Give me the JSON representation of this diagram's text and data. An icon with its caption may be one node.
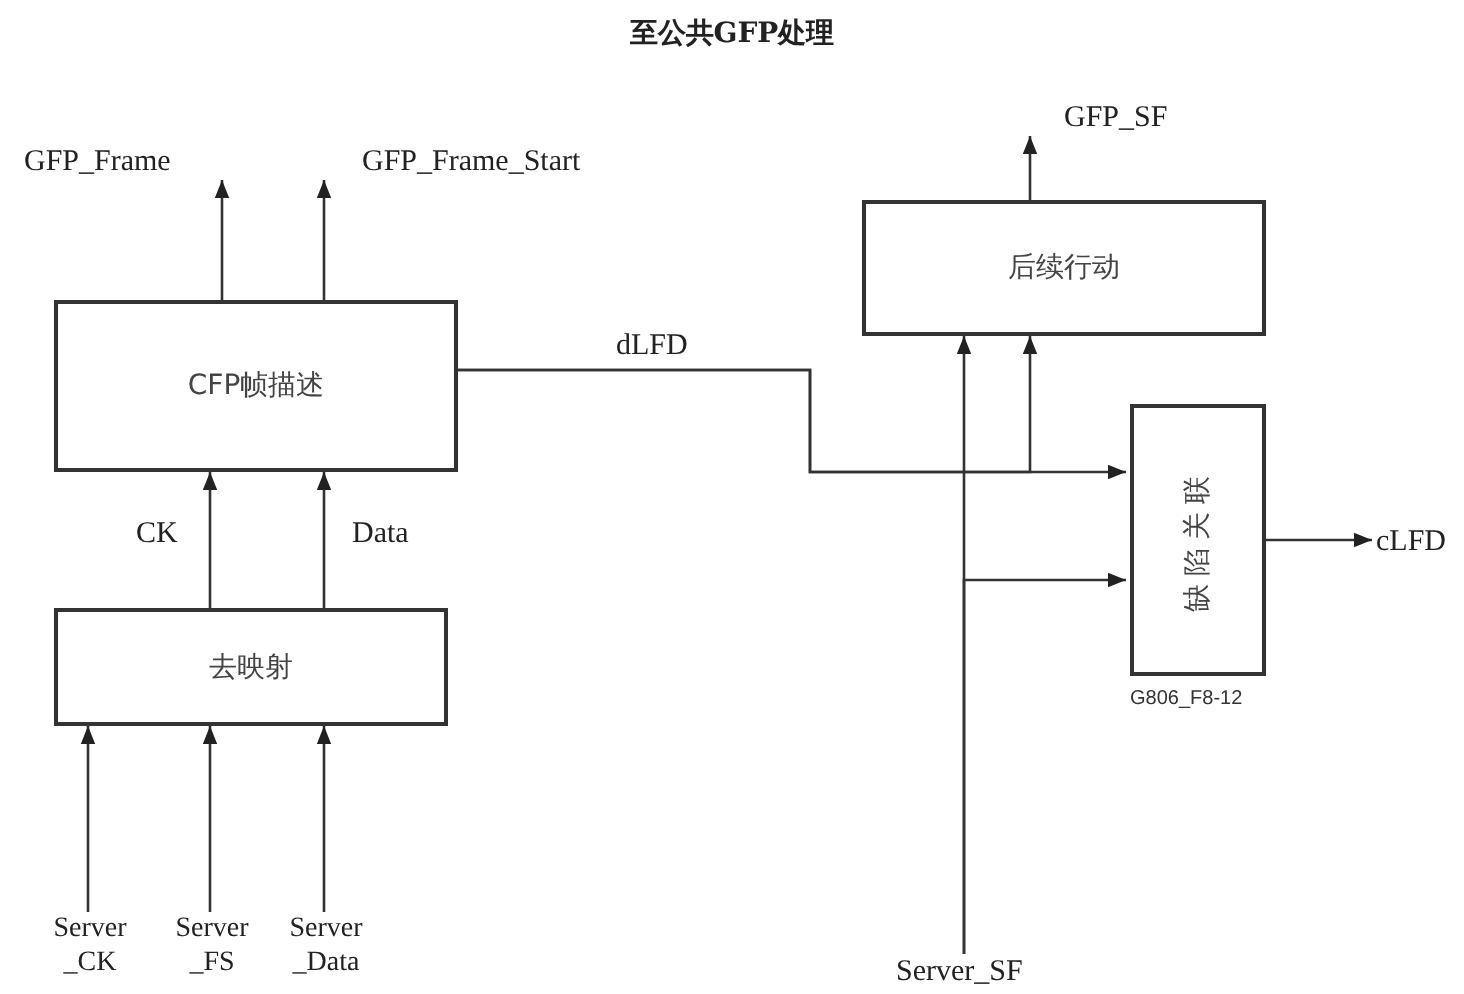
{
  "diagram": {
    "title": "至公共GFP处理",
    "nodes": [
      {
        "text": [
          "CFP帧描述"
        ]
      },
      {
        "text": [
          "去映射"
        ]
      },
      {
        "text": [
          "后续行动"
        ]
      },
      {
        "text": [
          "缺陷关联"
        ],
        "beside": [
          "G806_F8-12"
        ]
      },
      {
        "text": [
          "GFP_Frame"
        ]
      },
      {
        "text": [
          "GFP_Frame_Start"
        ]
      },
      {
        "text": [
          "GFP_SF"
        ]
      },
      {
        "text": [
          "cLFD"
        ]
      },
      {
        "text": [
          "Server _CK"
        ]
      },
      {
        "text": [
          "Server _FS"
        ]
      },
      {
        "text": [
          "Server _Data"
        ]
      },
      {
        "text": [
          "Server_SF"
        ]
      }
    ],
    "edges": [
      {
        "from": 0,
        "to": 4,
        "arrow": "to"
      },
      {
        "from": 0,
        "to": 5,
        "arrow": "to"
      },
      {
        "from": 1,
        "to": 0,
        "arrow": "to",
        "label": "CK"
      },
      {
        "from": 1,
        "to": 0,
        "arrow": "to",
        "label": "Data"
      },
      {
        "from": 8,
        "to": 1,
        "arrow": "to"
      },
      {
        "from": 9,
        "to": 1,
        "arrow": "to"
      },
      {
        "from": 10,
        "to": 1,
        "arrow": "to"
      },
      {
        "from": 0,
        "to": 3,
        "arrow": "to",
        "label": "dLFD"
      },
      {
        "from": 0,
        "to": 2,
        "arrow": "to"
      },
      {
        "from": 11,
        "to": 2,
        "arrow": "to"
      },
      {
        "from": 11,
        "to": 3,
        "arrow": "to"
      },
      {
        "from": 2,
        "to": 6,
        "arrow": "to"
      },
      {
        "from": 3,
        "to": 7,
        "arrow": "to"
      }
    ]
  }
}
